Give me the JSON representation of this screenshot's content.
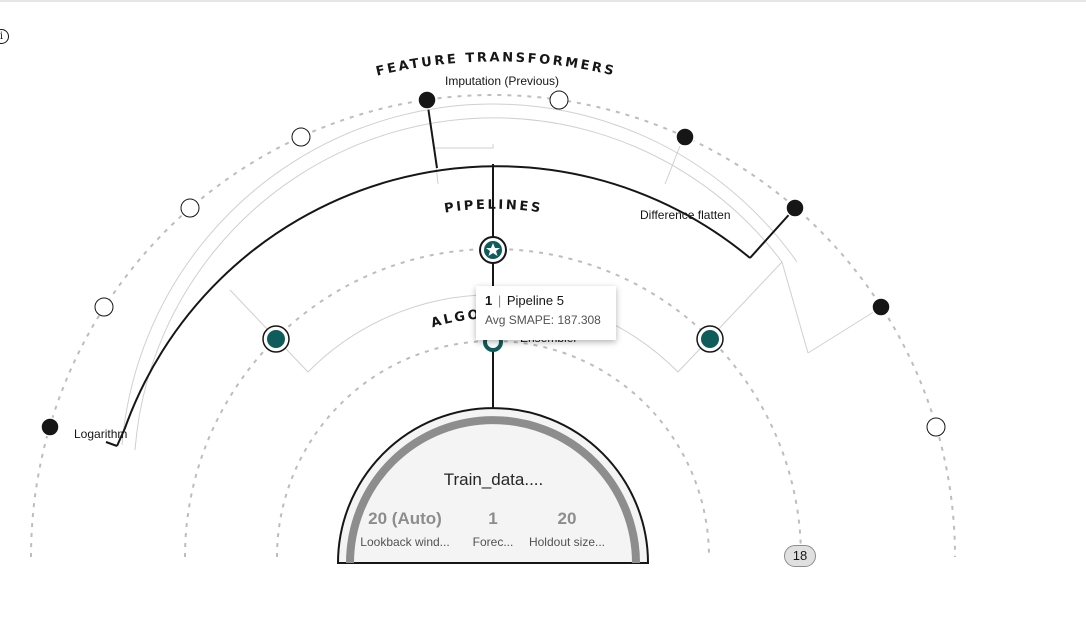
{
  "rings": {
    "feature_transformers": "FEATURE TRANSFORMERS",
    "pipelines": "PIPELINES",
    "algorithms": "ALGORITHMS"
  },
  "labels": {
    "imputation": "Imputation (Previous)",
    "difference_flatten": "Difference flatten",
    "logarithm": "Logarithm",
    "ensembler": "Ensembler"
  },
  "tooltip": {
    "rank": "1",
    "separator": "|",
    "pipeline": "Pipeline 5",
    "metric": "Avg SMAPE: 187.308"
  },
  "center": {
    "name": "Train_data....",
    "stats": [
      {
        "value": "20 (Auto)",
        "label": "Lookback wind..."
      },
      {
        "value": "1",
        "label": "Forec..."
      },
      {
        "value": "20",
        "label": "Holdout size..."
      }
    ]
  },
  "badge": "18",
  "info_icon": "info-icon",
  "colors": {
    "node_selected": "#0f5d5a",
    "node_dark": "#161616",
    "ring_dashed": "#bdbdbd",
    "ring_center": "#8d8d8d"
  }
}
